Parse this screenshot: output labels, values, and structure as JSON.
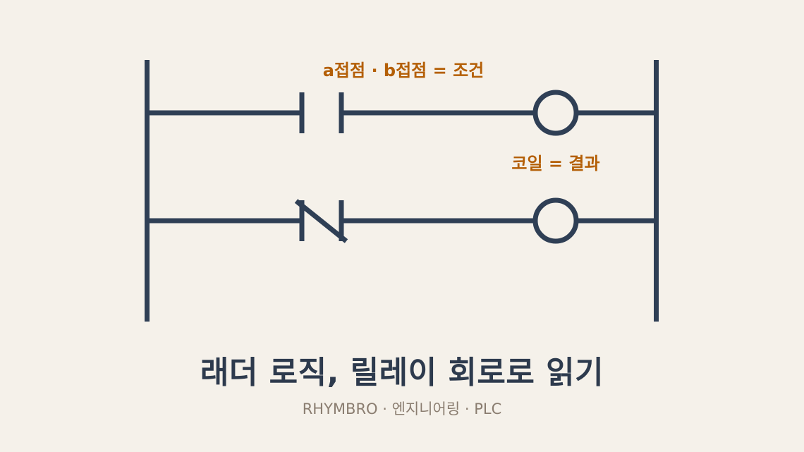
{
  "diagram": {
    "annotation_contacts": "a접점 · b접점 = 조건",
    "annotation_coil": "코일 = 결과",
    "rungs": [
      {
        "contact": "normally-open-contact",
        "output": "coil"
      },
      {
        "contact": "normally-closed-contact",
        "output": "coil"
      }
    ]
  },
  "title": "래더 로직, 릴레이 회로로 읽기",
  "subtitle": "RHYMBRO · 엔지니어링 · PLC",
  "colors": {
    "background": "#f5f1ea",
    "ink": "#2f3f55",
    "accent": "#b45f06",
    "title": "#2d3a4d",
    "subtitle": "#8a7d70"
  }
}
